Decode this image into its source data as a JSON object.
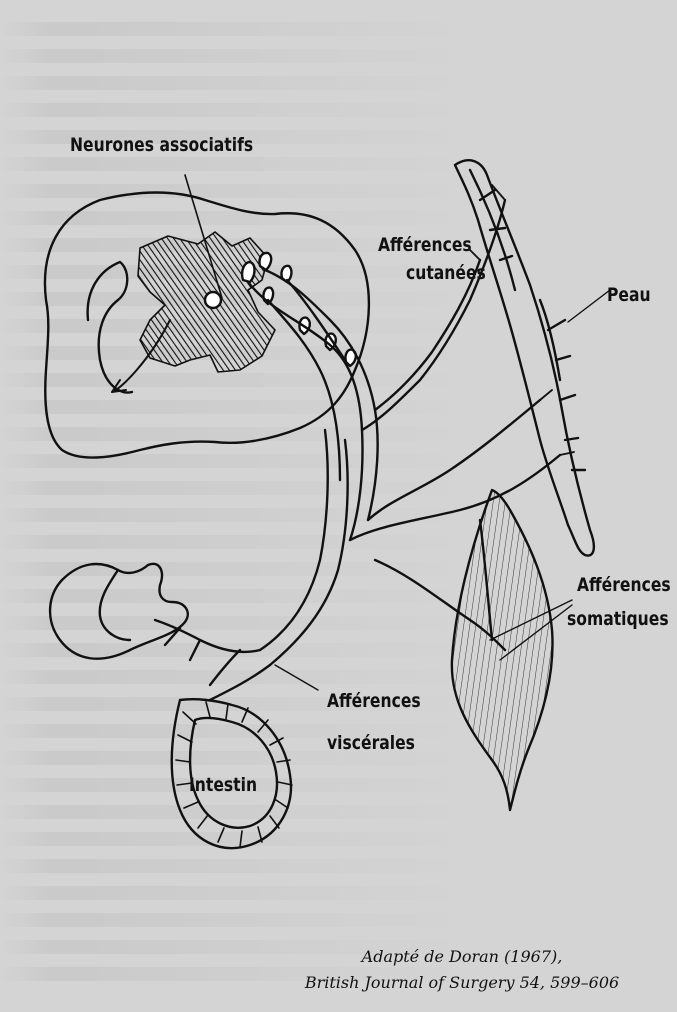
{
  "labels": {
    "neurones_associatifs": "Neurones associatifs",
    "afferences_cutanees_1": "Afférences",
    "afferences_cutanees_2": "cutanées",
    "peau": "Peau",
    "afferences_somatiques_1": "Afférences",
    "afferences_somatiques_2": "somatiques",
    "afferences_viscerales_1": "Afférences",
    "afferences_viscerales_2": "viscérales",
    "intestin": "Intestin"
  },
  "caption": {
    "line1": "Adapté de Doran (1967),",
    "line2": "British Journal of Surgery 54, 599–606"
  },
  "colors": {
    "ink": "#111111",
    "paper": "#d4d4d4",
    "ghost_text": "#b6b6b6"
  }
}
